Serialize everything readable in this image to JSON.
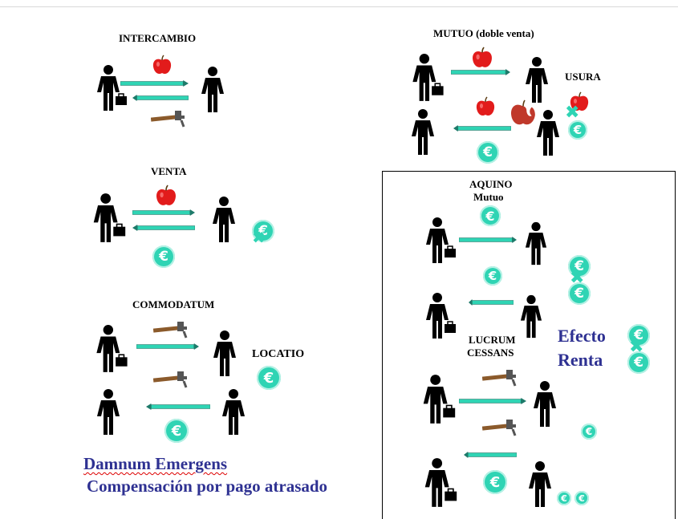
{
  "labels": {
    "intercambio": "INTERCAMBIO",
    "venta": "VENTA",
    "commodatum": "COMMODATUM",
    "locatio": "LOCATIO",
    "mutuo": "MUTUO (doble venta)",
    "usura": "USURA",
    "aquino_1": "AQUINO",
    "aquino_2": "Mutuo",
    "lucrum_1": "LUCRUM",
    "lucrum_2": "CESSANS"
  },
  "emphasis": {
    "damnum": "Damnum Emergens",
    "compensacion": "Compensación por pago atrasado",
    "efecto": "Efecto",
    "renta": "Renta"
  },
  "glyphs": {
    "euro": "€",
    "cross": "✖"
  },
  "colors": {
    "arrow_fill": "#2fd4b4",
    "arrow_stroke": "#1e7a6a",
    "euro_coin": "#2fd4b4",
    "emphasis_text": "#2e3192",
    "apple": "#e21b1b"
  }
}
